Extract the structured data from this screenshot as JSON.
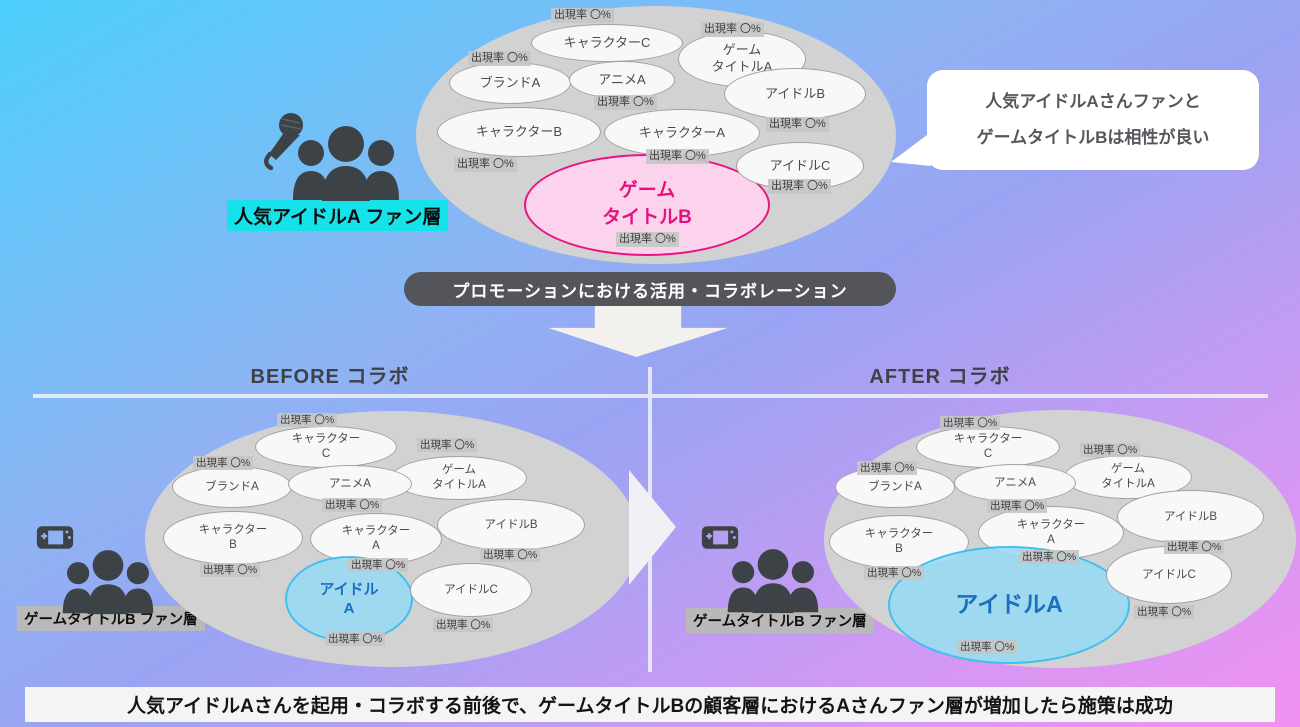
{
  "shared": {
    "rate_label": "出現率 〇%"
  },
  "top_section": {
    "fan_label": "人気アイドルA ファン層",
    "speech_bubble": "人気アイドルAさんファンと\nゲームタイトルBは相性が良い",
    "bubbles": {
      "character_c": "キャラクターC",
      "game_title_a": "ゲーム\nタイトルA",
      "brand_a": "ブランドA",
      "anime_a": "アニメA",
      "idol_b": "アイドルB",
      "character_b": "キャラクターB",
      "character_a": "キャラクターA",
      "idol_c": "アイドルC",
      "game_title_b": "ゲーム\nタイトルB"
    }
  },
  "promo_banner": {
    "label": "プロモーションにおける活用・コラボレーション"
  },
  "before_section": {
    "title": "BEFORE コラボ",
    "fan_label": "ゲームタイトルB ファン層",
    "bubbles": {
      "character_c": "キャラクター\nC",
      "game_title_a": "ゲーム\nタイトルA",
      "brand_a": "ブランドA",
      "anime_a": "アニメA",
      "idol_b": "アイドルB",
      "character_b": "キャラクター\nB",
      "character_a": "キャラクター\nA",
      "idol_c": "アイドルC",
      "idol_a": "アイドル\nA"
    }
  },
  "after_section": {
    "title": "AFTER コラボ",
    "fan_label": "ゲームタイトルB ファン層",
    "bubbles": {
      "character_c": "キャラクター\nC",
      "game_title_a": "ゲーム\nタイトルA",
      "brand_a": "ブランドA",
      "anime_a": "アニメA",
      "idol_b": "アイドルB",
      "character_b": "キャラクター\nB",
      "character_a": "キャラクター\nA",
      "idol_c": "アイドルC",
      "idol_a": "アイドルA"
    }
  },
  "footer": {
    "message": "人気アイドルAさんを起用・コラボする前後で、ゲームタイトルBの顧客層におけるAさんファン層が増加したら施策は成功"
  },
  "colors": {
    "bg_start": "#4dd0fc",
    "bg_mid": "#9aa3f3",
    "bg_end": "#f291f2",
    "highlight_cyan": "#16e2e9",
    "highlight_gray": "#b9b9b9",
    "pink_accent": "#ea1382",
    "blue_accent": "#1b74d0",
    "banner_dark": "#53555a",
    "cluster_gray": "#d2d2d2"
  }
}
